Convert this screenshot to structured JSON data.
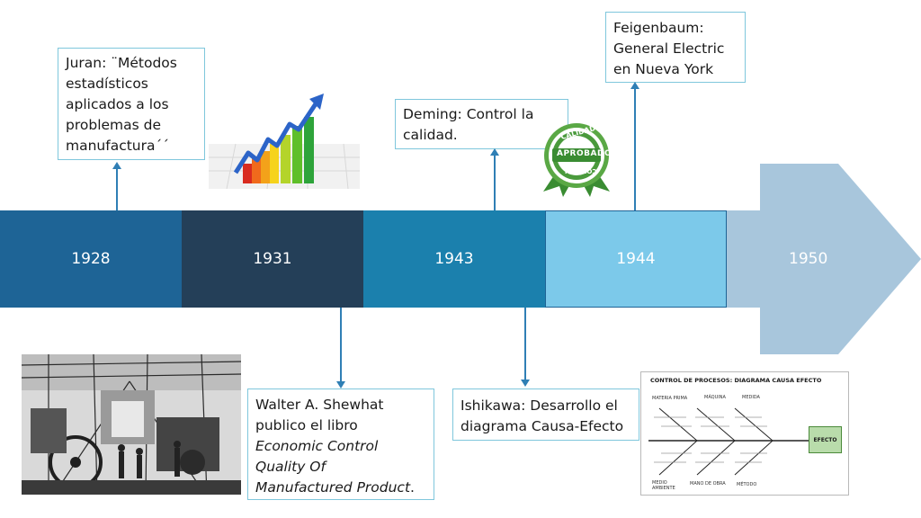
{
  "timeline": {
    "segments": [
      {
        "year": "1928",
        "color": "#1e6496"
      },
      {
        "year": "1931",
        "color": "#243f58"
      },
      {
        "year": "1943",
        "color": "#1b80ad"
      },
      {
        "year": "1944",
        "color": "#7cc9ea"
      }
    ],
    "arrow": {
      "year": "1950",
      "color": "#a8c6dc"
    }
  },
  "events": {
    "juran": "Juran: ¨Métodos estadísticos aplicados a los problemas de manufactura´´",
    "deming": "Deming: Control la calidad.",
    "feigenbaum": "Feigenbaum: General Electric en Nueva York",
    "shewhart_prefix": "Walter A. Shewhat publico el libro ",
    "shewhart_book": "Economic Control Quality Of Manufactured Product",
    "shewhart_suffix": ".",
    "ishikawa": "Ishikawa: Desarrollo el diagrama Causa-Efecto"
  },
  "seal": {
    "top": "CALIDAD",
    "middle": "APROBADO",
    "bottom": "CONTROL"
  },
  "fishbone": {
    "title": "CONTROL DE PROCESOS: DIAGRAMA CAUSA EFECTO",
    "top_labels": [
      "MATERIA PRIMA",
      "MÁQUINA",
      "MEDIDA"
    ],
    "bottom_labels": [
      "MEDIO AMBIENTE",
      "MANO DE OBRA",
      "MÉTODO"
    ],
    "effect": "EFECTO"
  }
}
